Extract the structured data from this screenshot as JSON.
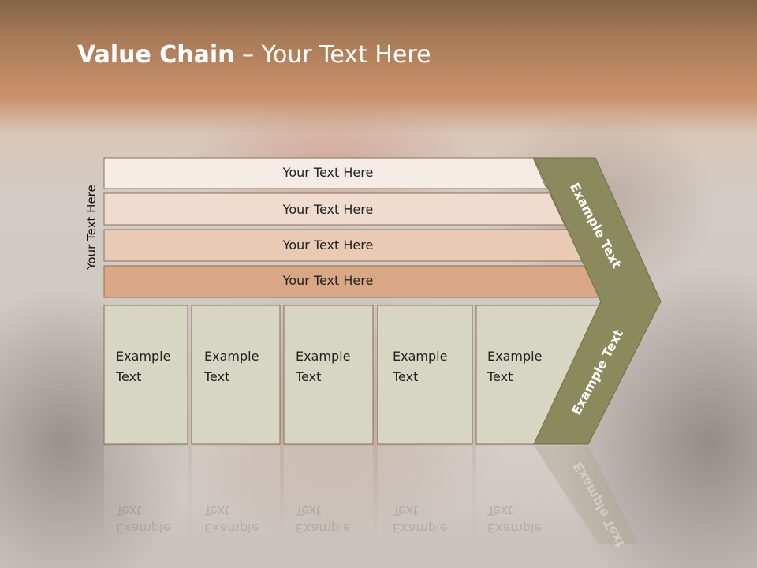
{
  "slide": {
    "title_bold": "Value Chain",
    "title_rest": " – Your Text Here",
    "vertical_label": "Your Text Here"
  },
  "rows": [
    {
      "label": "Your Text Here",
      "fill": "#f6ece6"
    },
    {
      "label": "Your Text Here",
      "fill": "#efdccf"
    },
    {
      "label": "Your Text Here",
      "fill": "#e8cab5"
    },
    {
      "label": "Your Text Here",
      "fill": "#d9a785"
    }
  ],
  "cells": [
    {
      "label": "Example\nText"
    },
    {
      "label": "Example\nText"
    },
    {
      "label": "Example\nText"
    },
    {
      "label": "Example\nText"
    },
    {
      "label": "Example\nText"
    }
  ],
  "chevron": {
    "upper_label": "Example Text",
    "lower_label": "Example Text",
    "fill": "#8a8a5c"
  },
  "colors": {
    "cell_fill": "#d6d6c2",
    "outline": "#8d6f58"
  }
}
